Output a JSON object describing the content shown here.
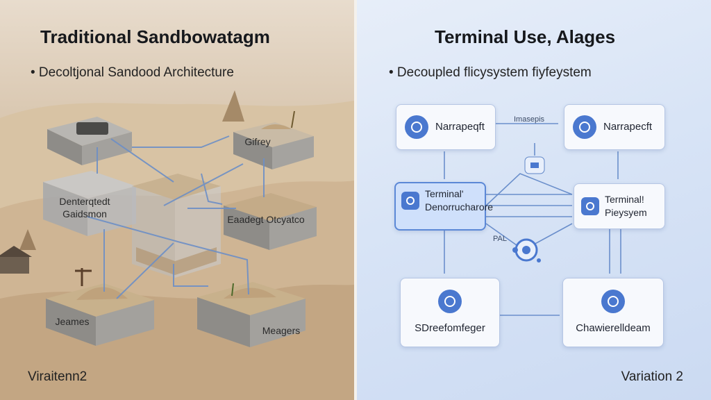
{
  "left": {
    "title": "Traditional Sandbowatagm",
    "bullet": "• Decoltjonal Sandood Architecture",
    "footer": "Viraitenn2",
    "blocks": {
      "b1": "",
      "b2": "Gifrey",
      "b3": "Denterqtedt Gaidsmon",
      "b4": "",
      "b5": "Eaadegt Otcyatco",
      "b6": "Jeames",
      "b7": "Meagers"
    },
    "colors": {
      "sand": "#cdb595",
      "concrete": "#9a9a98",
      "arrow": "#6d8fc6"
    }
  },
  "right": {
    "title": "Terminal  Use, Alages",
    "bullet": "• Decoupled flicysystem fiyfeystem",
    "footer": "Variation 2",
    "small_label_top": "Imasepis",
    "small_label_mid": "PAL",
    "nodes": {
      "n1": "Narrapeqft",
      "n2": "Narrapecft",
      "n3": "Terminal' Denorrucharore",
      "n4": "Terminal! Pieysyem",
      "n5": "SDreefomfeger",
      "n6": "Chawierelldeam"
    },
    "colors": {
      "accent": "#4a78cf",
      "highlight": "#cfe0fb",
      "connector": "#5f86c7"
    }
  }
}
